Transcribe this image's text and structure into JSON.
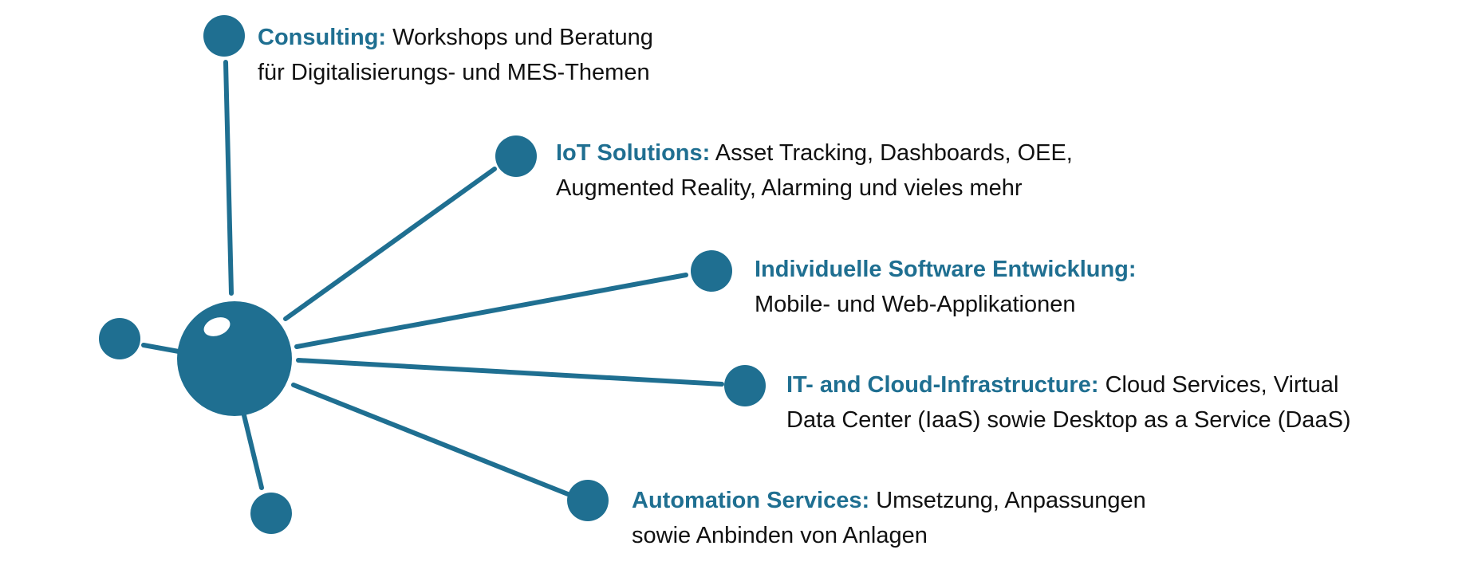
{
  "colors": {
    "accent": "#1f6f91",
    "text": "#111111",
    "background": "#ffffff"
  },
  "items": [
    {
      "id": "consulting",
      "title": "Consulting:",
      "line1": "Workshops und Beratung",
      "line2": "für Digitalisierungs- und MES-Themen"
    },
    {
      "id": "iot",
      "title": "IoT Solutions:",
      "line1": "Asset Tracking, Dashboards, OEE,",
      "line2": "Augmented Reality, Alarming und vieles mehr"
    },
    {
      "id": "software",
      "title": "Individuelle Software Entwicklung:",
      "line1": "",
      "line2": "Mobile- und Web-Applikationen"
    },
    {
      "id": "cloud",
      "title": "IT- and Cloud-Infrastructure:",
      "line1": "Cloud Services, Virtual",
      "line2": "Data Center (IaaS) sowie Desktop as a Service (DaaS)"
    },
    {
      "id": "automation",
      "title": "Automation Services:",
      "line1": "Umsetzung, Anpassungen",
      "line2": "sowie Anbinden von Anlagen"
    }
  ]
}
